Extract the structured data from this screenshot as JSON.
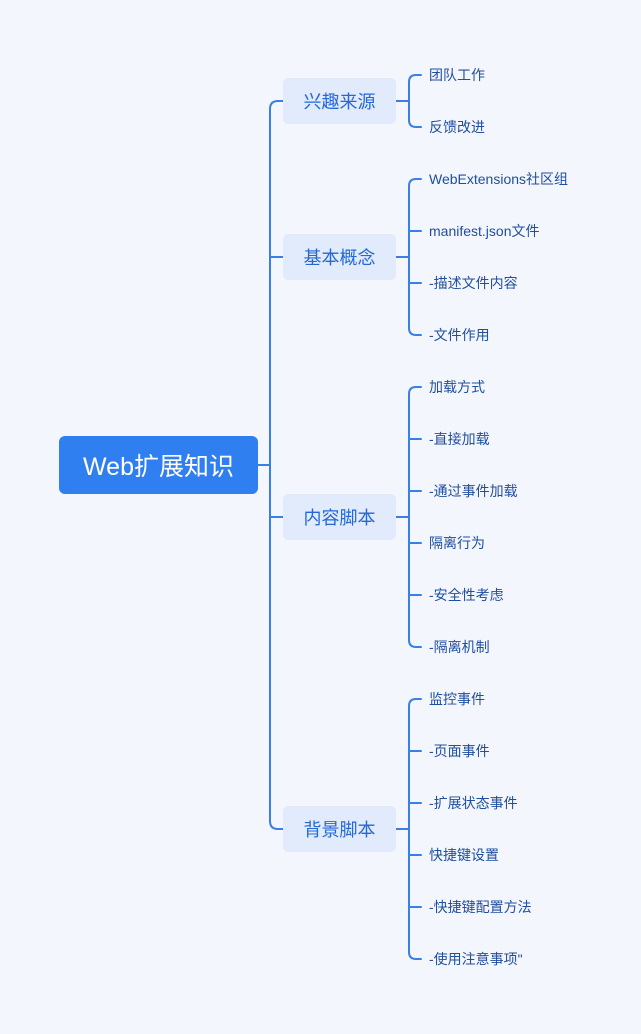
{
  "mindmap": {
    "root": "Web扩展知识",
    "branches": [
      {
        "label": "兴趣来源",
        "items": [
          "团队工作",
          "反馈改进"
        ]
      },
      {
        "label": "基本概念",
        "items": [
          "WebExtensions社区组",
          "manifest.json文件",
          "-描述文件内容",
          "-文件作用"
        ]
      },
      {
        "label": "内容脚本",
        "items": [
          "加载方式",
          "-直接加载",
          "-通过事件加载",
          "隔离行为",
          "-安全性考虑",
          "-隔离机制"
        ]
      },
      {
        "label": "背景脚本",
        "items": [
          "监控事件",
          "-页面事件",
          "-扩展状态事件",
          "快捷键设置",
          "-快捷键配置方法",
          "-使用注意事项\""
        ]
      }
    ]
  },
  "colors": {
    "background": "#f4f6fd",
    "root_fill": "#2f7ff0",
    "root_text": "#ffffff",
    "branch_fill": "#e2ebfc",
    "branch_text": "#2268d8",
    "leaf_text": "#1f4fa0",
    "connector": "#3a7fe4"
  }
}
